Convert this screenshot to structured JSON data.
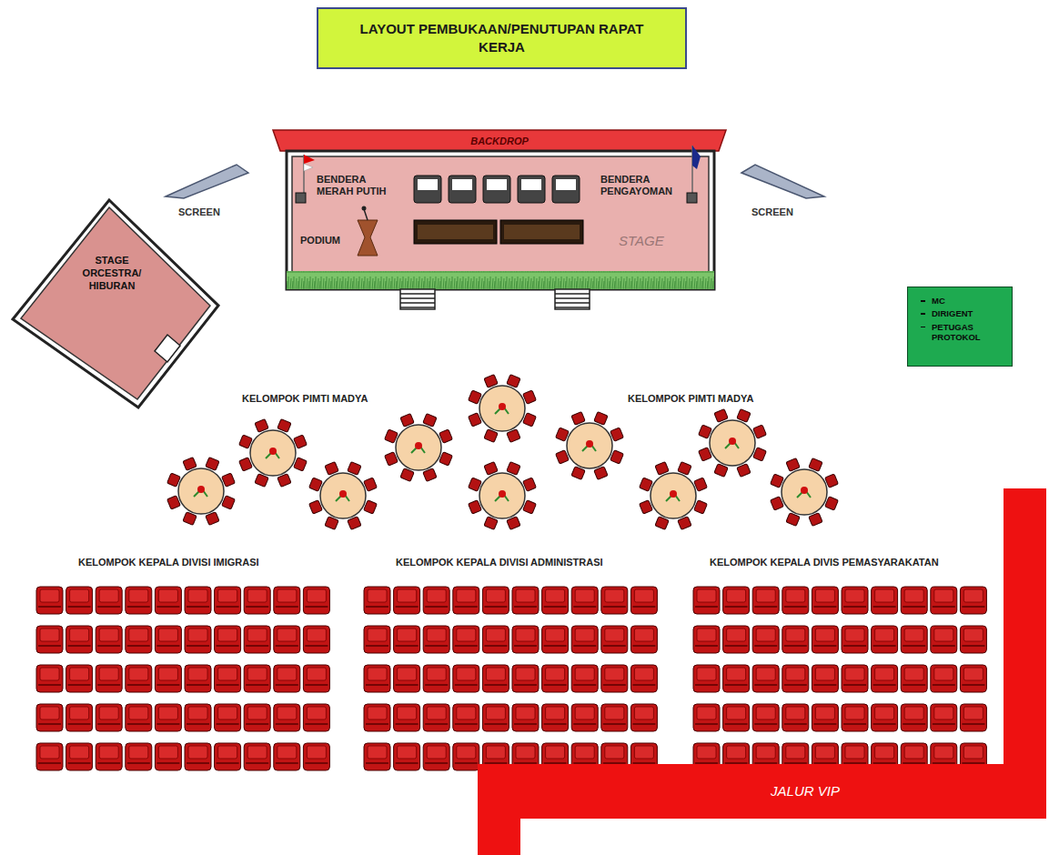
{
  "diagram": {
    "title": "LAYOUT PEMBUKAAN/PENUTUPAN RAPAT KERJA",
    "nodes": [
      {
        "text": [
          "BACKDROP"
        ]
      },
      {
        "text": [
          "STAGE"
        ]
      },
      {
        "text": [
          "STAGE ORCESTRA/ HIBURAN"
        ]
      },
      {
        "text": [
          "MC",
          "DIRIGENT",
          "PETUGAS PROTOKOL"
        ]
      },
      {
        "text": [
          "JALUR VIP"
        ]
      }
    ],
    "labels": [
      "BENDERA MERAH PUTIH",
      "BENDERA PENGAYOMAN",
      "PODIUM",
      "SCREEN",
      "SCREEN",
      "KELOMPOK PIMTI MADYA",
      "KELOMPOK PIMTI MADYA",
      "KELOMPOK KEPALA DIVISI IMIGRASI",
      "KELOMPOK KEPALA DIVISI ADMINISTRASI",
      "KELOMPOK KEPALA DIVIS PEMASYARAKATAN"
    ]
  }
}
